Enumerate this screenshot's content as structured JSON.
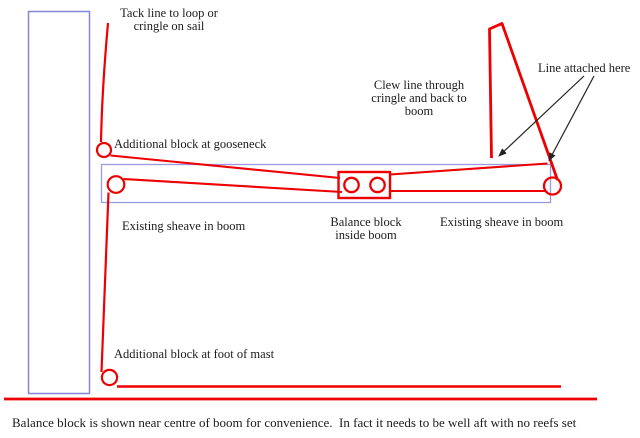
{
  "page": {
    "colors": {
      "line_red": "#ee0000",
      "spar_blue": "#8888dd",
      "arrow_black": "#222222",
      "text_black": "#1c1c1c",
      "background": "#ffffff"
    }
  },
  "diagram": {
    "labels": {
      "tack_line": "Tack line to loop or\ncringle on sail",
      "gooseneck_block": "Additional block at gooseneck",
      "existing_sheave_forward": "Existing sheave in boom",
      "balance_block": "Balance block\ninside boom",
      "existing_sheave_aft": "Existing sheave in boom",
      "clew_line": "Clew line through\ncringle and back to\nboom",
      "line_attached": "Line attached here",
      "foot_block": "Additional block at foot of mast"
    },
    "caption": "Balance block is shown near centre of boom for convenience.  In fact it needs to be well aft with no reefs set"
  }
}
